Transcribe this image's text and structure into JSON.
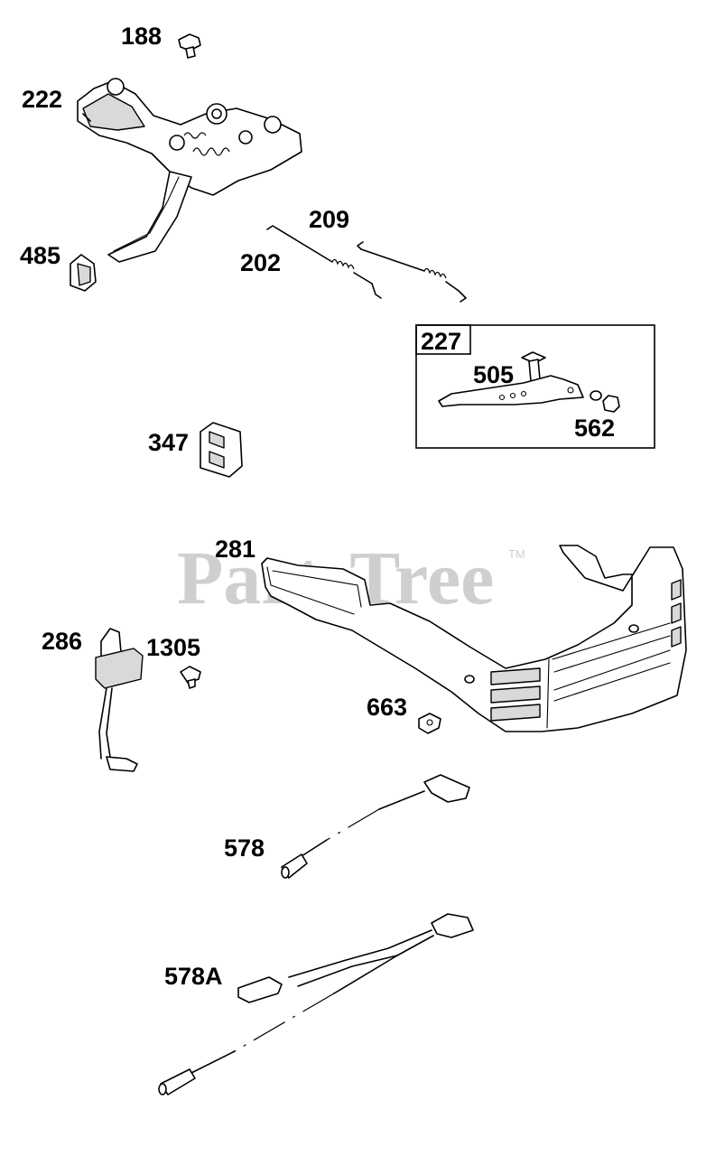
{
  "watermark": {
    "text": "PartsTree",
    "tm": "TM"
  },
  "labels": {
    "l188": "188",
    "l222": "222",
    "l485": "485",
    "l202": "202",
    "l209": "209",
    "l227": "227",
    "l505": "505",
    "l562": "562",
    "l347": "347",
    "l281": "281",
    "l286": "286",
    "l1305": "1305",
    "l663": "663",
    "l578": "578",
    "l578A": "578A"
  }
}
